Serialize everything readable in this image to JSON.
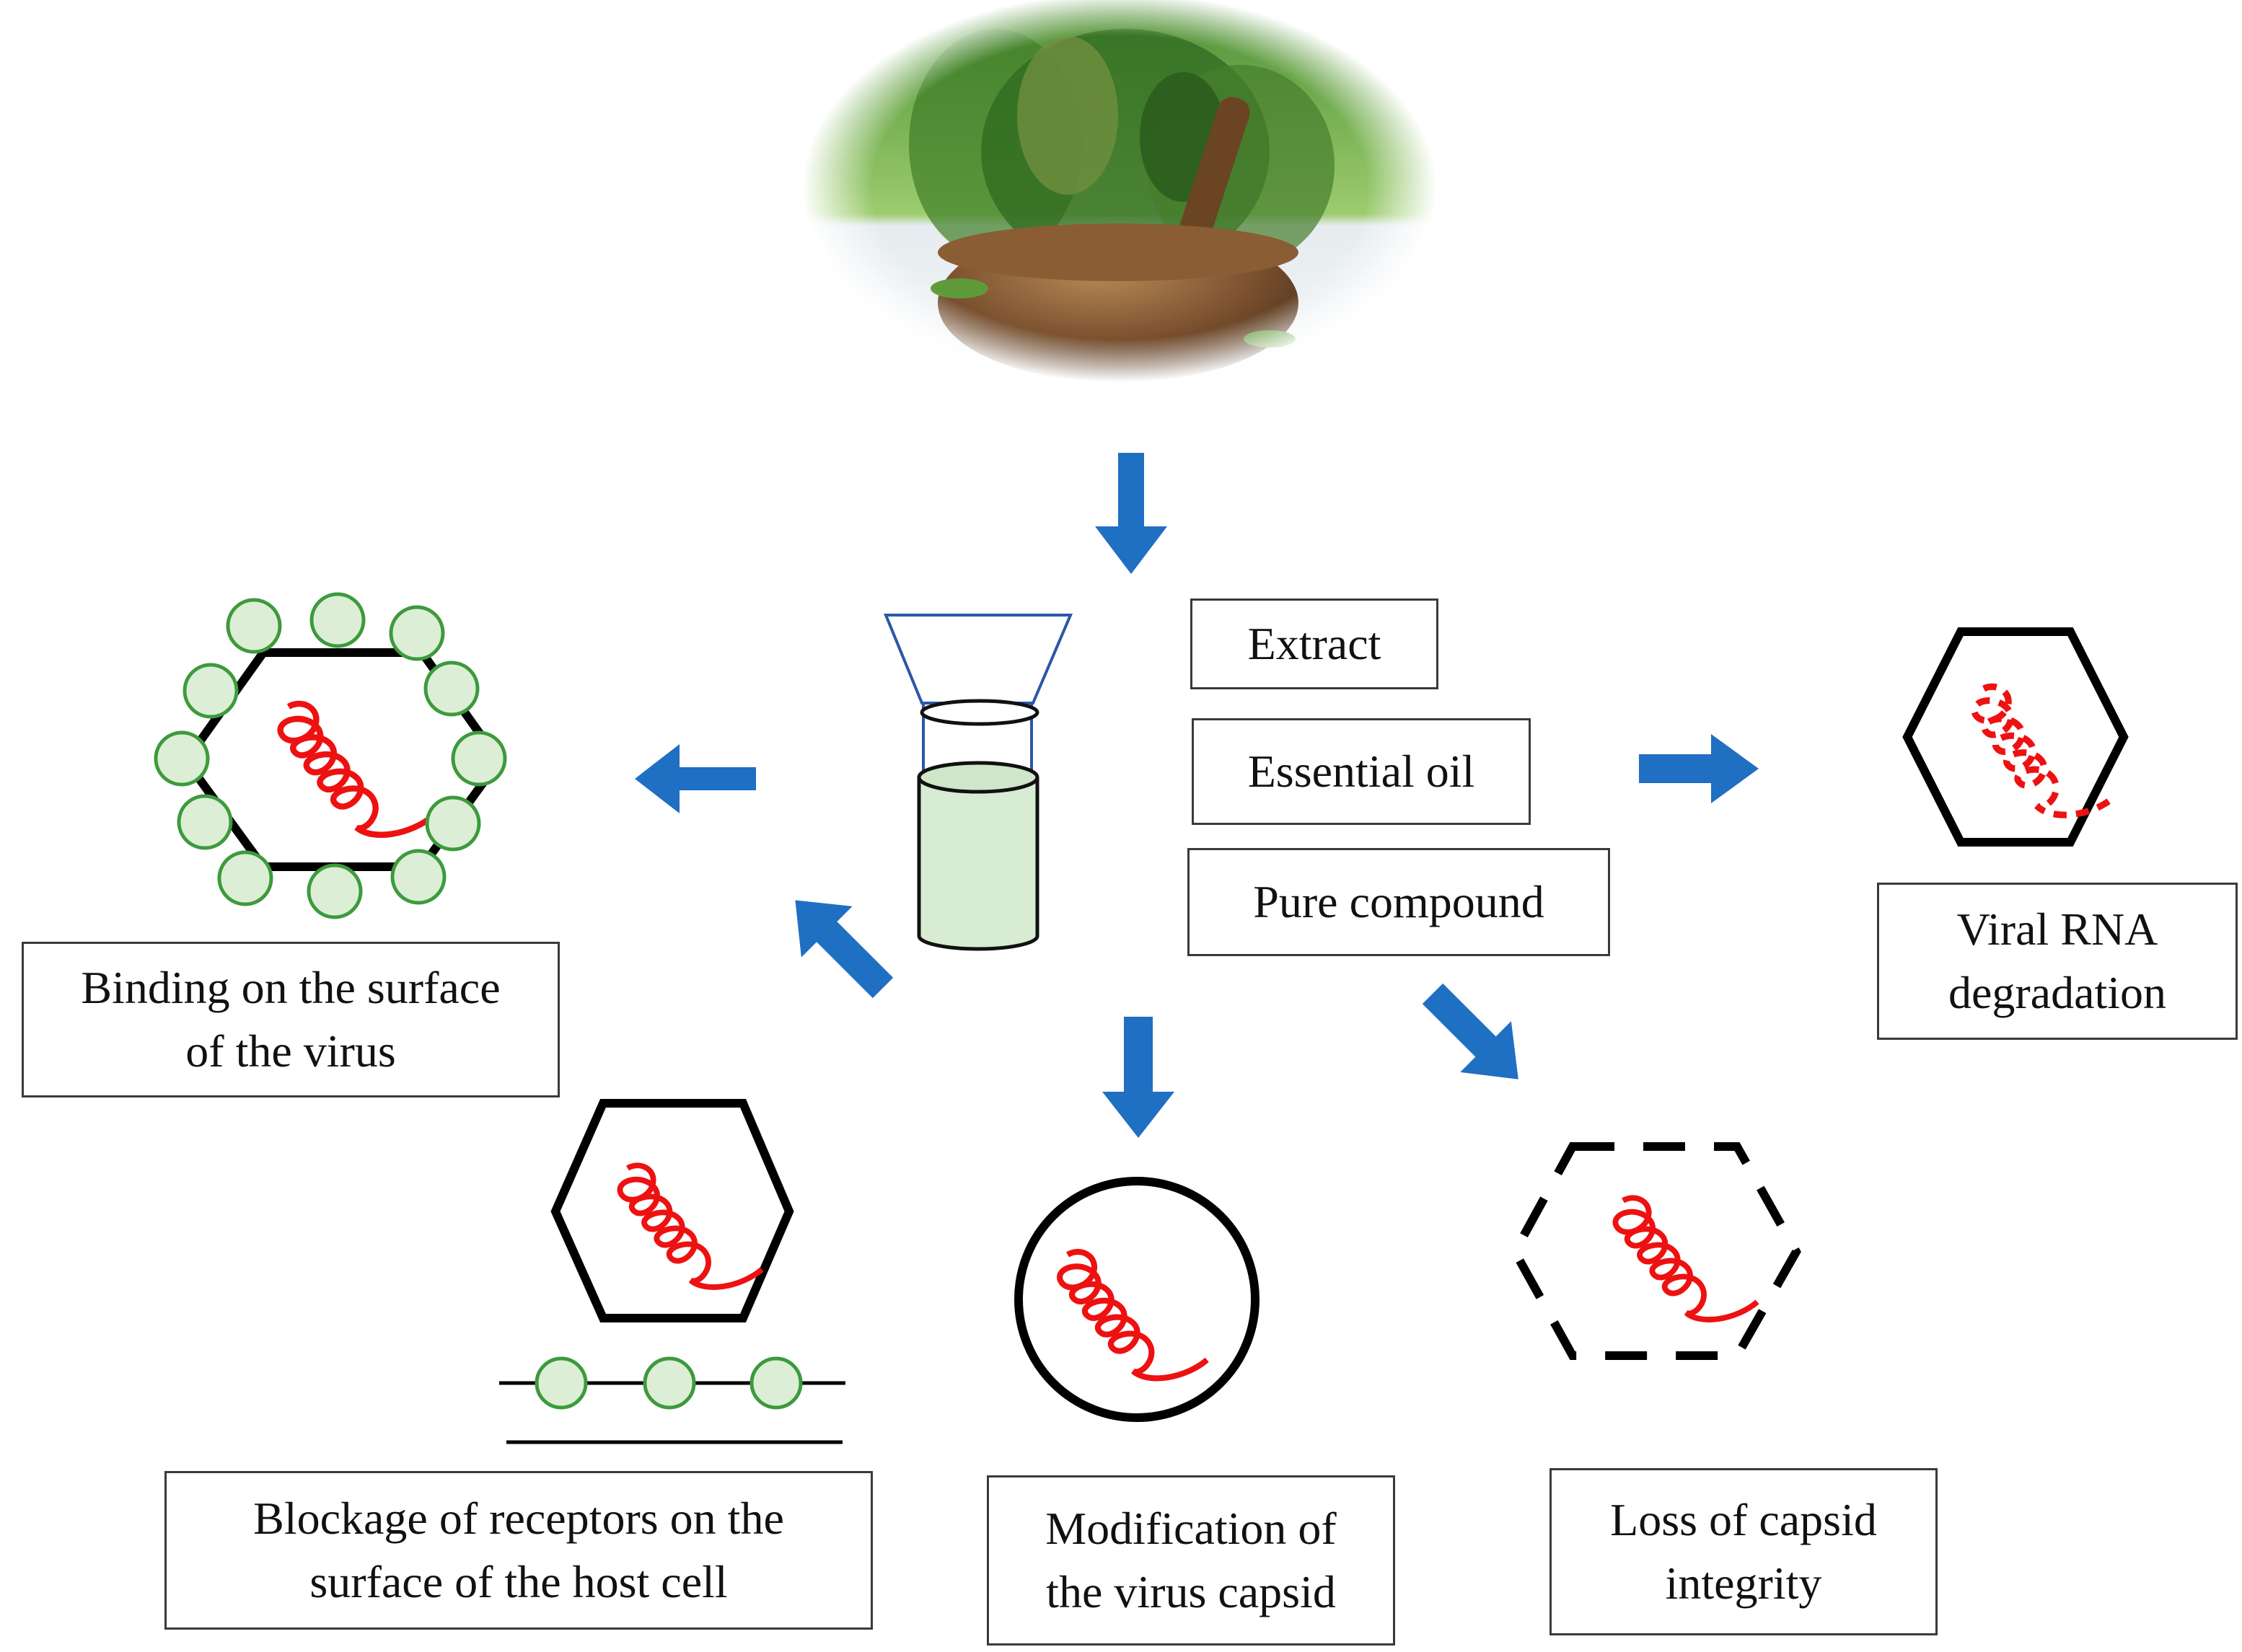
{
  "source_forms": {
    "extract": "Extract",
    "essential_oil": "Essential oil",
    "pure_compound": "Pure compound"
  },
  "mechanisms": {
    "surface_binding": "Binding on the surface\nof the virus",
    "viral_rna_degradation": "Viral RNA\ndegradation",
    "receptor_blockage": "Blockage of receptors on the\nsurface of the host cell",
    "capsid_modification": "Modification of\nthe virus capsid",
    "capsid_integrity_loss": "Loss of capsid\nintegrity"
  },
  "colors": {
    "arrow": "#1f6fc2",
    "rna": "#ee1111",
    "receptor_fill": "#dcefd6",
    "receptor_stroke": "#3d9a3d",
    "liquid": "#d7ecd2",
    "funnel": "#2a57a8",
    "capsid": "#000000"
  },
  "icons": [
    "herbs-mortar-photo",
    "funnel-beaker-icon",
    "arrow-icon",
    "virus-capsid-icon",
    "rna-strand-icon",
    "receptor-icon"
  ]
}
